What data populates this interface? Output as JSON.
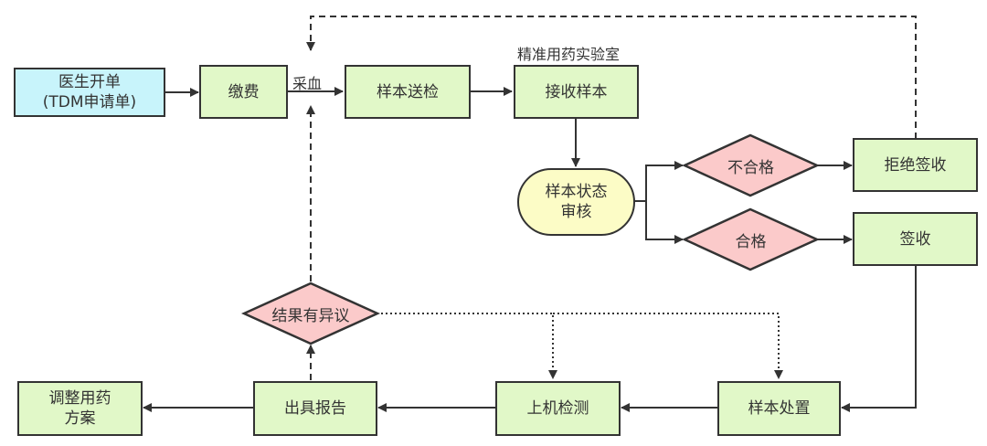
{
  "colors": {
    "process": "#e1f8c8",
    "start": "#c8f4fb",
    "decision": "#fbcaca",
    "review": "#fcfcc6",
    "line": "#333333"
  },
  "nodes": {
    "doctor_order": {
      "line1": "医生开单",
      "line2": "(TDM申请单)"
    },
    "payment": "缴费",
    "send_sample": "样本送检",
    "receive_sample": "接收样本",
    "review": {
      "line1": "样本状态",
      "line2": "审核"
    },
    "unqualified": "不合格",
    "qualified": "合格",
    "reject": "拒绝签收",
    "sign": "签收",
    "handle": "样本处置",
    "testing": "上机检测",
    "report": "出具报告",
    "adjust": {
      "line1": "调整用药",
      "line2": "方案"
    },
    "dispute": "结果有异议"
  },
  "labels": {
    "blood": "采血",
    "lab": "精准用药实验室"
  }
}
